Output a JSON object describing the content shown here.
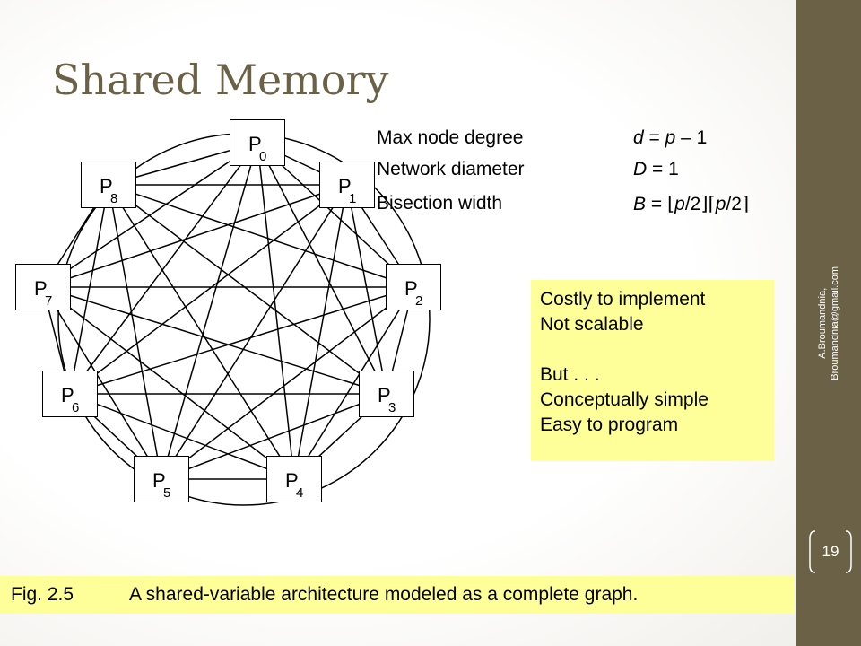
{
  "slide": {
    "title": "Shared Memory",
    "author_line1": "A.Broumandnia,",
    "author_line2": "Broumandnia@gmail.com",
    "page_number": "19"
  },
  "graph": {
    "node_letter": "P",
    "nodes": [
      "0",
      "1",
      "2",
      "3",
      "4",
      "5",
      "6",
      "7",
      "8"
    ],
    "topology": "complete graph, nodes on a ring"
  },
  "metrics": {
    "rows": [
      {
        "label": "Max node degree",
        "value_var": "d",
        "value_rest": " = ",
        "value_var2": "p",
        "value_tail": " – 1"
      },
      {
        "label": "Network diameter",
        "value_var": "D",
        "value_rest": " = 1",
        "value_var2": "",
        "value_tail": ""
      },
      {
        "label": "Bisection width",
        "value_var": "B",
        "value_rest": " = ⌊",
        "value_var2": "p",
        "value_tail": "/2⌋⌈"
      }
    ],
    "bisection_last_var": "p",
    "bisection_last_tail": "/2⌉"
  },
  "note": {
    "lines": [
      "Costly to implement",
      "Not scalable",
      "",
      "But . . .",
      "Conceptually simple",
      "Easy to program"
    ]
  },
  "caption": {
    "fig": "Fig. 2.5",
    "text": "A shared-variable architecture modeled as a complete graph."
  },
  "colors": {
    "sidebar": "#6b6147",
    "title": "#6b6147",
    "highlight": "#ffff99"
  }
}
